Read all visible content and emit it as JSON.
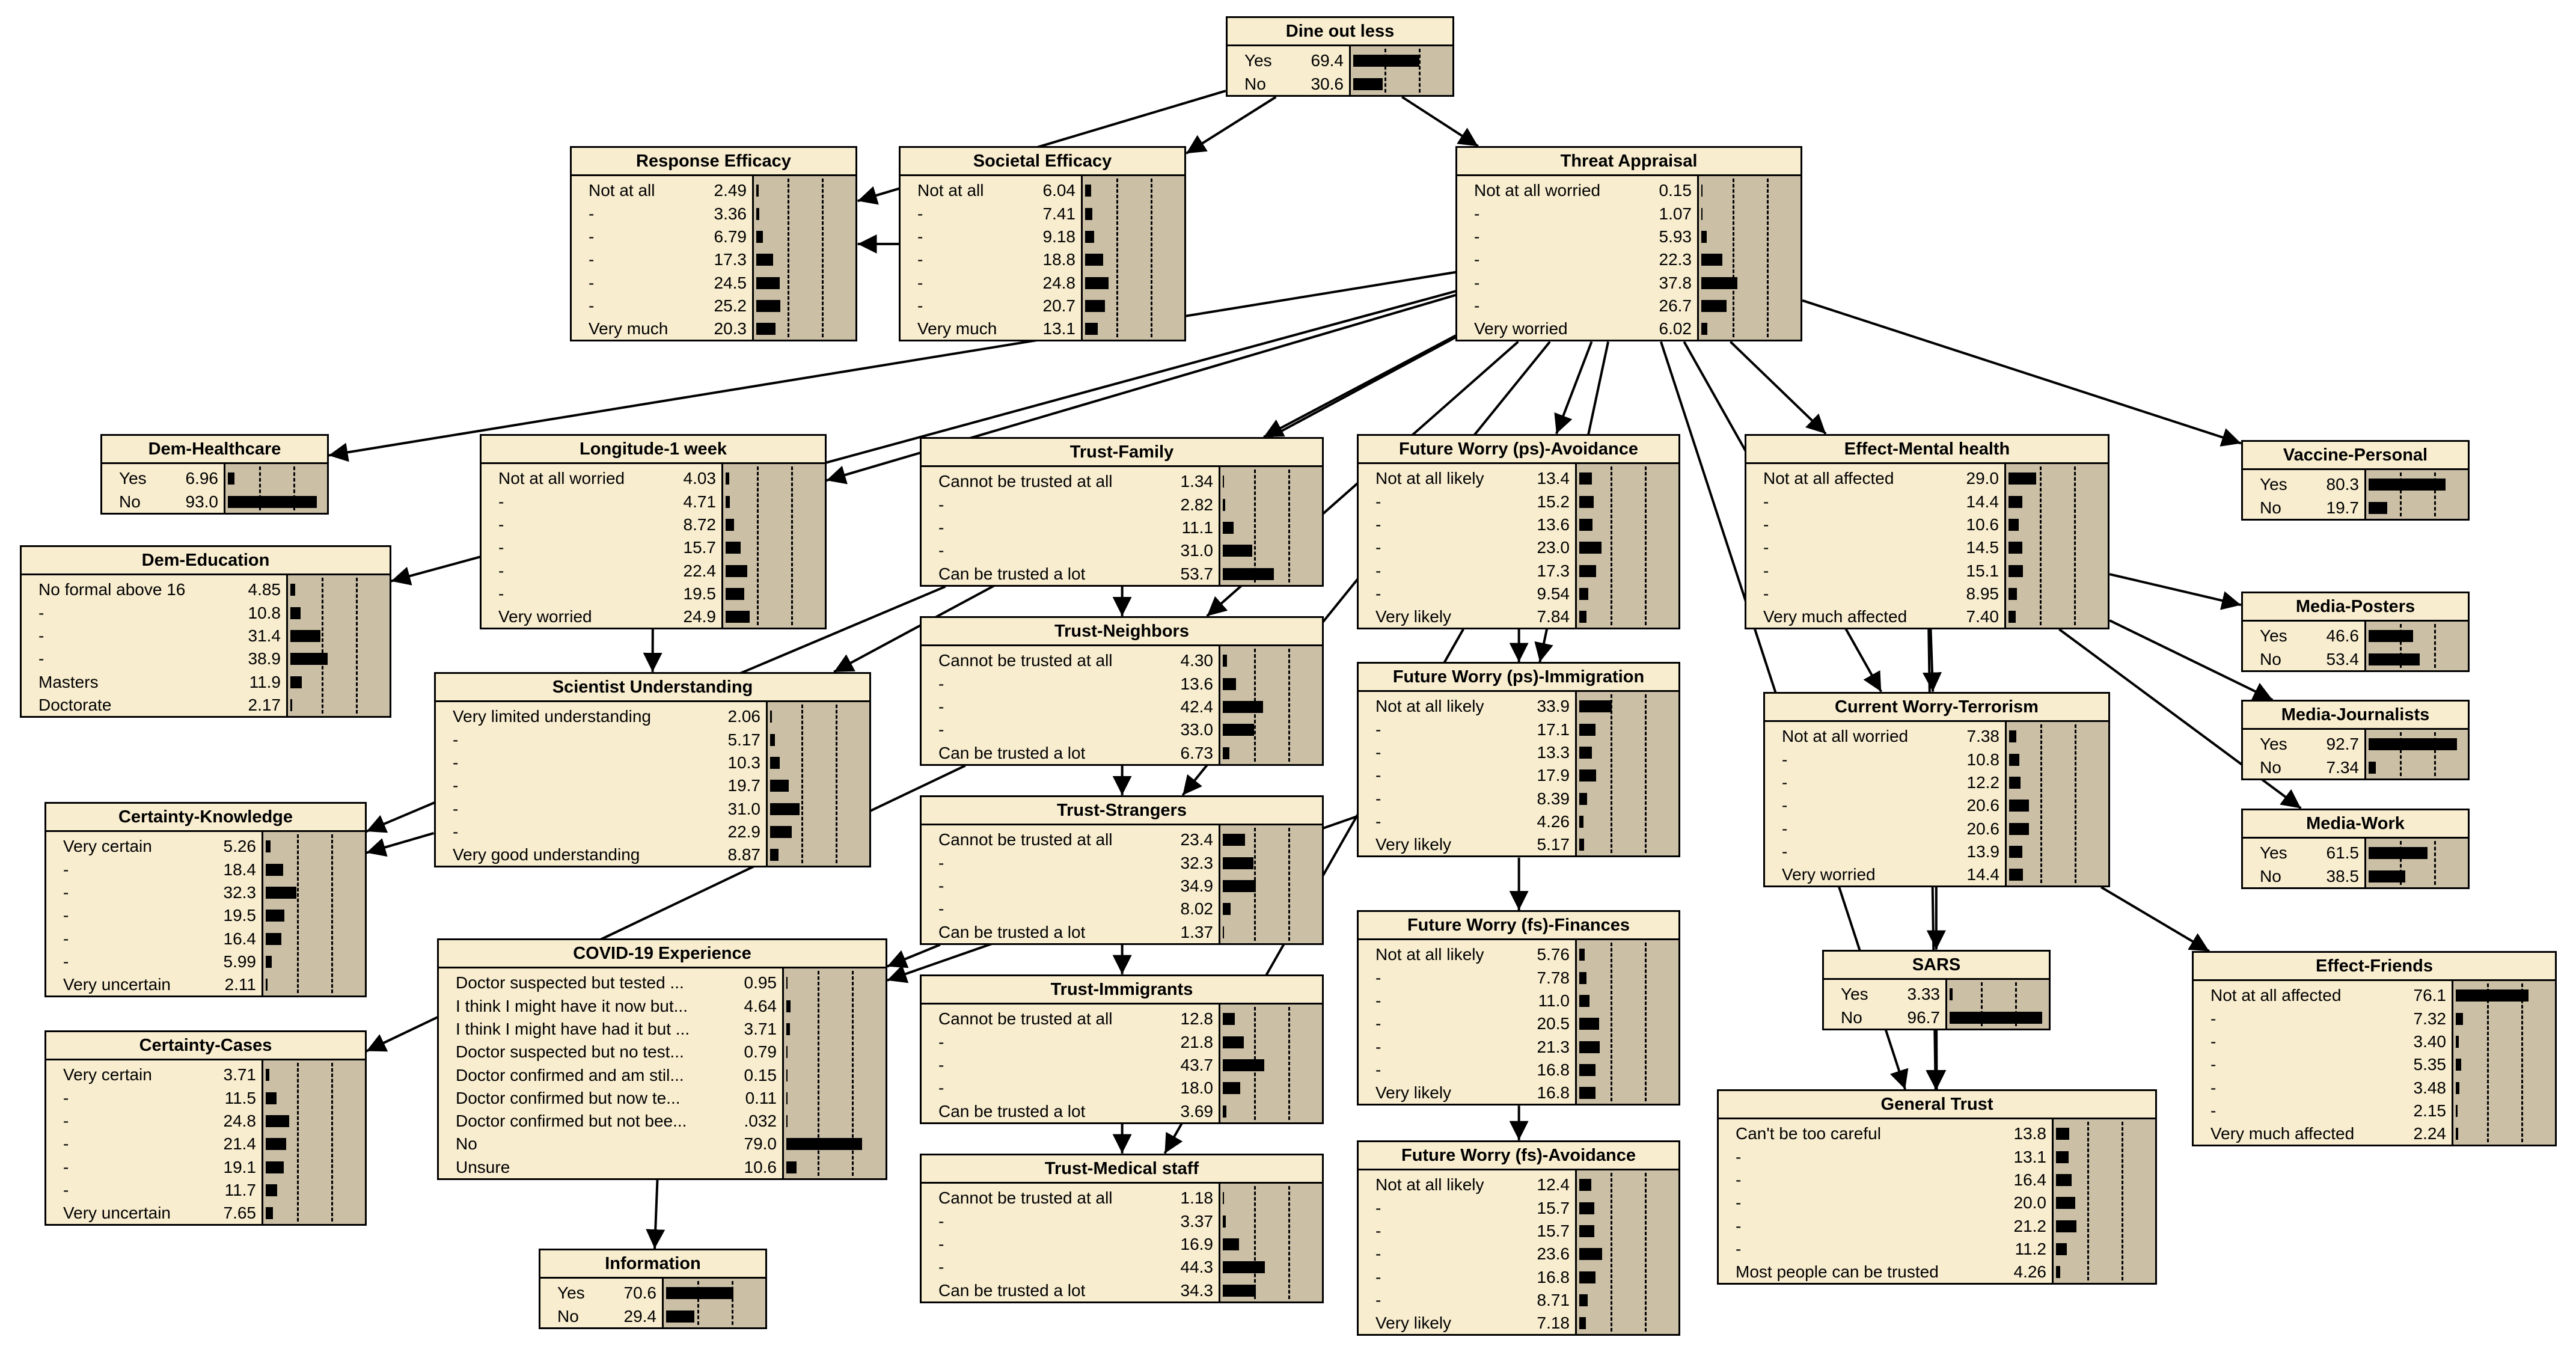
{
  "nodes": [
    {
      "title": "Dine out less",
      "states": [
        [
          "Yes",
          "69.4"
        ],
        [
          "No",
          "30.6"
        ]
      ]
    },
    {
      "title": "Response Efficacy",
      "states": [
        [
          "Not at all",
          "2.49"
        ],
        [
          "-",
          "3.36"
        ],
        [
          "-",
          "6.79"
        ],
        [
          "-",
          "17.3"
        ],
        [
          "-",
          "24.5"
        ],
        [
          "-",
          "25.2"
        ],
        [
          "Very much",
          "20.3"
        ]
      ]
    },
    {
      "title": "Societal Efficacy",
      "states": [
        [
          "Not at all",
          "6.04"
        ],
        [
          "-",
          "7.41"
        ],
        [
          "-",
          "9.18"
        ],
        [
          "-",
          "18.8"
        ],
        [
          "-",
          "24.8"
        ],
        [
          "-",
          "20.7"
        ],
        [
          "Very much",
          "13.1"
        ]
      ]
    },
    {
      "title": "Threat Appraisal",
      "states": [
        [
          "Not at all worried",
          "0.15"
        ],
        [
          "-",
          "1.07"
        ],
        [
          "-",
          "5.93"
        ],
        [
          "-",
          "22.3"
        ],
        [
          "-",
          "37.8"
        ],
        [
          "-",
          "26.7"
        ],
        [
          "Very worried",
          "6.02"
        ]
      ]
    },
    {
      "title": "Dem-Healthcare",
      "states": [
        [
          "Yes",
          "6.96"
        ],
        [
          "No",
          "93.0"
        ]
      ]
    },
    {
      "title": "Dem-Education",
      "states": [
        [
          "No formal above 16",
          "4.85"
        ],
        [
          "-",
          "10.8"
        ],
        [
          "-",
          "31.4"
        ],
        [
          "-",
          "38.9"
        ],
        [
          "Masters",
          "11.9"
        ],
        [
          "Doctorate",
          "2.17"
        ]
      ]
    },
    {
      "title": "Longitude-1 week",
      "states": [
        [
          "Not at all worried",
          "4.03"
        ],
        [
          "-",
          "4.71"
        ],
        [
          "-",
          "8.72"
        ],
        [
          "-",
          "15.7"
        ],
        [
          "-",
          "22.4"
        ],
        [
          "-",
          "19.5"
        ],
        [
          "Very worried",
          "24.9"
        ]
      ]
    },
    {
      "title": "Trust-Family",
      "states": [
        [
          "Cannot be trusted at all",
          "1.34"
        ],
        [
          "-",
          "2.82"
        ],
        [
          "-",
          "11.1"
        ],
        [
          "-",
          "31.0"
        ],
        [
          "Can be trusted a lot",
          "53.7"
        ]
      ]
    },
    {
      "title": "Future Worry (ps)-Avoidance",
      "states": [
        [
          "Not at all likely",
          "13.4"
        ],
        [
          "-",
          "15.2"
        ],
        [
          "-",
          "13.6"
        ],
        [
          "-",
          "23.0"
        ],
        [
          "-",
          "17.3"
        ],
        [
          "-",
          "9.54"
        ],
        [
          "Very likely",
          "7.84"
        ]
      ]
    },
    {
      "title": "Effect-Mental health",
      "states": [
        [
          "Not at all affected",
          "29.0"
        ],
        [
          "-",
          "14.4"
        ],
        [
          "-",
          "10.6"
        ],
        [
          "-",
          "14.5"
        ],
        [
          "-",
          "15.1"
        ],
        [
          "-",
          "8.95"
        ],
        [
          "Very much affected",
          "7.40"
        ]
      ]
    },
    {
      "title": "Vaccine-Personal",
      "states": [
        [
          "Yes",
          "80.3"
        ],
        [
          "No",
          "19.7"
        ]
      ]
    },
    {
      "title": "Trust-Neighbors",
      "states": [
        [
          "Cannot be trusted at all",
          "4.30"
        ],
        [
          "-",
          "13.6"
        ],
        [
          "-",
          "42.4"
        ],
        [
          "-",
          "33.0"
        ],
        [
          "Can be trusted a lot",
          "6.73"
        ]
      ]
    },
    {
      "title": "Scientist Understanding",
      "states": [
        [
          "Very limited understanding",
          "2.06"
        ],
        [
          "-",
          "5.17"
        ],
        [
          "-",
          "10.3"
        ],
        [
          "-",
          "19.7"
        ],
        [
          "-",
          "31.0"
        ],
        [
          "-",
          "22.9"
        ],
        [
          "Very good understanding",
          "8.87"
        ]
      ]
    },
    {
      "title": "Future Worry (ps)-Immigration",
      "states": [
        [
          "Not at all likely",
          "33.9"
        ],
        [
          "-",
          "17.1"
        ],
        [
          "-",
          "13.3"
        ],
        [
          "-",
          "17.9"
        ],
        [
          "-",
          "8.39"
        ],
        [
          "-",
          "4.26"
        ],
        [
          "Very likely",
          "5.17"
        ]
      ]
    },
    {
      "title": "Media-Posters",
      "states": [
        [
          "Yes",
          "46.6"
        ],
        [
          "No",
          "53.4"
        ]
      ]
    },
    {
      "title": "Current Worry-Terrorism",
      "states": [
        [
          "Not at all worried",
          "7.38"
        ],
        [
          "-",
          "10.8"
        ],
        [
          "-",
          "12.2"
        ],
        [
          "-",
          "20.6"
        ],
        [
          "-",
          "20.6"
        ],
        [
          "-",
          "13.9"
        ],
        [
          "Very worried",
          "14.4"
        ]
      ]
    },
    {
      "title": "Media-Journalists",
      "states": [
        [
          "Yes",
          "92.7"
        ],
        [
          "No",
          "7.34"
        ]
      ]
    },
    {
      "title": "Certainty-Knowledge",
      "states": [
        [
          "Very certain",
          "5.26"
        ],
        [
          "-",
          "18.4"
        ],
        [
          "-",
          "32.3"
        ],
        [
          "-",
          "19.5"
        ],
        [
          "-",
          "16.4"
        ],
        [
          "-",
          "5.99"
        ],
        [
          "Very uncertain",
          "2.11"
        ]
      ]
    },
    {
      "title": "Trust-Strangers",
      "states": [
        [
          "Cannot be trusted at all",
          "23.4"
        ],
        [
          "-",
          "32.3"
        ],
        [
          "-",
          "34.9"
        ],
        [
          "-",
          "8.02"
        ],
        [
          "Can be trusted a lot",
          "1.37"
        ]
      ]
    },
    {
      "title": "Media-Work",
      "states": [
        [
          "Yes",
          "61.5"
        ],
        [
          "No",
          "38.5"
        ]
      ]
    },
    {
      "title": "Future Worry (fs)-Finances",
      "states": [
        [
          "Not at all likely",
          "5.76"
        ],
        [
          "-",
          "7.78"
        ],
        [
          "-",
          "11.0"
        ],
        [
          "-",
          "20.5"
        ],
        [
          "-",
          "21.3"
        ],
        [
          "-",
          "16.8"
        ],
        [
          "Very likely",
          "16.8"
        ]
      ]
    },
    {
      "title": "COVID-19 Experience",
      "states": [
        [
          "Doctor suspected but tested ...",
          "0.95"
        ],
        [
          "I think I might have it now but...",
          "4.64"
        ],
        [
          "I think I might have had it but ...",
          "3.71"
        ],
        [
          "Doctor suspected but no test...",
          "0.79"
        ],
        [
          "Doctor confirmed and am stil...",
          "0.15"
        ],
        [
          "Doctor confirmed but now te...",
          "0.11"
        ],
        [
          "Doctor confirmed but not bee...",
          ".032"
        ],
        [
          "No",
          "79.0"
        ],
        [
          "Unsure",
          "10.6"
        ]
      ]
    },
    {
      "title": "SARS",
      "states": [
        [
          "Yes",
          "3.33"
        ],
        [
          "No",
          "96.7"
        ]
      ]
    },
    {
      "title": "Effect-Friends",
      "states": [
        [
          "Not at all affected",
          "76.1"
        ],
        [
          "-",
          "7.32"
        ],
        [
          "-",
          "3.40"
        ],
        [
          "-",
          "5.35"
        ],
        [
          "-",
          "3.48"
        ],
        [
          "-",
          "2.15"
        ],
        [
          "Very much affected",
          "2.24"
        ]
      ]
    },
    {
      "title": "Trust-Immigrants",
      "states": [
        [
          "Cannot be trusted at all",
          "12.8"
        ],
        [
          "-",
          "21.8"
        ],
        [
          "-",
          "43.7"
        ],
        [
          "-",
          "18.0"
        ],
        [
          "Can be trusted a lot",
          "3.69"
        ]
      ]
    },
    {
      "title": "Certainty-Cases",
      "states": [
        [
          "Very certain",
          "3.71"
        ],
        [
          "-",
          "11.5"
        ],
        [
          "-",
          "24.8"
        ],
        [
          "-",
          "21.4"
        ],
        [
          "-",
          "19.1"
        ],
        [
          "-",
          "11.7"
        ],
        [
          "Very uncertain",
          "7.65"
        ]
      ]
    },
    {
      "title": "General Trust",
      "states": [
        [
          "Can't be too careful",
          "13.8"
        ],
        [
          "-",
          "13.1"
        ],
        [
          "-",
          "16.4"
        ],
        [
          "-",
          "20.0"
        ],
        [
          "-",
          "21.2"
        ],
        [
          "-",
          "11.2"
        ],
        [
          "Most people can be trusted",
          "4.26"
        ]
      ]
    },
    {
      "title": "Future Worry (fs)-Avoidance",
      "states": [
        [
          "Not at all likely",
          "12.4"
        ],
        [
          "-",
          "15.7"
        ],
        [
          "-",
          "15.7"
        ],
        [
          "-",
          "23.6"
        ],
        [
          "-",
          "16.8"
        ],
        [
          "-",
          "8.71"
        ],
        [
          "Very likely",
          "7.18"
        ]
      ]
    },
    {
      "title": "Trust-Medical staff",
      "states": [
        [
          "Cannot be trusted at all",
          "1.18"
        ],
        [
          "-",
          "3.37"
        ],
        [
          "-",
          "16.9"
        ],
        [
          "-",
          "44.3"
        ],
        [
          "Can be trusted a lot",
          "34.3"
        ]
      ]
    },
    {
      "title": "Information",
      "states": [
        [
          "Yes",
          "70.6"
        ],
        [
          "No",
          "29.4"
        ]
      ]
    }
  ]
}
